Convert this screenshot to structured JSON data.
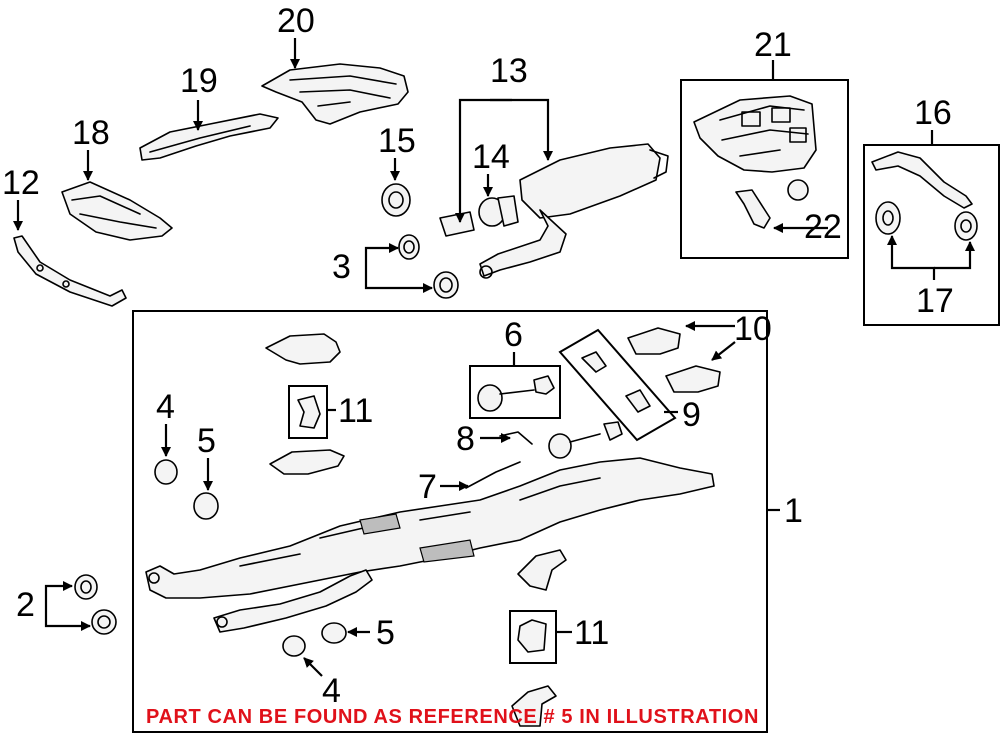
{
  "labels": {
    "p1": "1",
    "p2": "2",
    "p3": "3",
    "p4a": "4",
    "p4b": "4",
    "p5a": "5",
    "p5b": "5",
    "p6": "6",
    "p7": "7",
    "p8": "8",
    "p9": "9",
    "p10": "10",
    "p11a": "11",
    "p11b": "11",
    "p12": "12",
    "p13": "13",
    "p14": "14",
    "p15": "15",
    "p16": "16",
    "p17": "17",
    "p18": "18",
    "p19": "19",
    "p20": "20",
    "p21": "21",
    "p22": "22"
  },
  "footer": "PART CAN BE FOUND AS REFERENCE # 5 IN ILLUSTRATION",
  "colors": {
    "footer": "#e0111a",
    "line": "#000000",
    "fill": "#f4f4f4"
  }
}
